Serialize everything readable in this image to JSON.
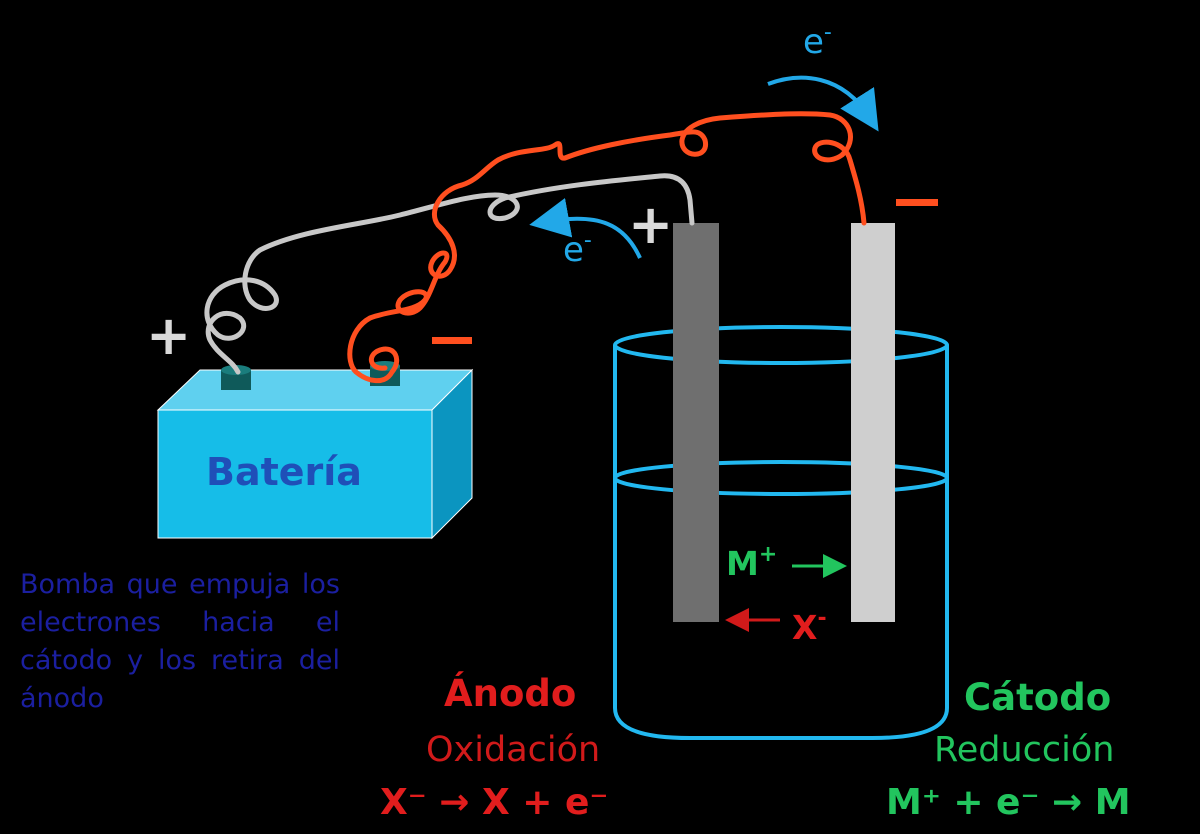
{
  "battery": {
    "label": "Batería",
    "description": "Bomba que empuja los electrones hacia el cátodo y los retira del ánodo",
    "positive_sign": "+",
    "color": "#14b8e6"
  },
  "anode": {
    "sign": "+",
    "title": "Ánodo",
    "process": "Oxidación",
    "reaction": "X⁻ → X + e⁻",
    "color": "#e11d1d"
  },
  "cathode": {
    "title": "Cátodo",
    "process": "Reducción",
    "reaction": "M⁺ + e⁻ → M",
    "color": "#22c55e"
  },
  "electrons": {
    "symbol": "e",
    "charge": "-",
    "color": "#22a8e8"
  },
  "ions": {
    "cation": "M",
    "cation_charge": "+",
    "anion": "X",
    "anion_charge": "-"
  },
  "wires": {
    "positive_color": "#c8c8c8",
    "negative_color": "#ff4f1f"
  },
  "container_color": "#22b8f0"
}
